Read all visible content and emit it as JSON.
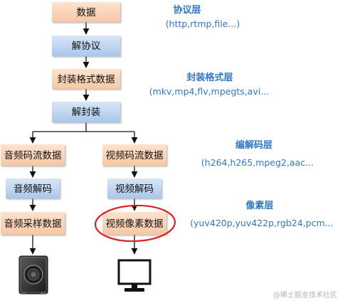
{
  "colors": {
    "orange_box_top": "#fde2cd",
    "orange_box_bottom": "#f6c7a3",
    "blue_box_top": "#d8e6f6",
    "blue_box_bottom": "#a9c6ea",
    "layer_text": "#2f77c5",
    "arrow": "#111111",
    "highlight_ellipse": "#e01f1f"
  },
  "flow": {
    "data": "数据",
    "deprotocol": "解协议",
    "container_data": "封装格式数据",
    "demux": "解封装",
    "audio_stream": "音频码流数据",
    "video_stream": "视频码流数据",
    "audio_decode": "音频解码",
    "video_decode": "视频解码",
    "audio_samples": "音频采样数据",
    "video_pixels": "视频像素数据"
  },
  "layers": {
    "protocol": {
      "title": "协议层",
      "example": "(http,rtmp,file...)"
    },
    "container": {
      "title": "封装格式层",
      "example": "(mkv,mp4,flv,mpegts,avi..."
    },
    "codec": {
      "title": "编解码层",
      "example": "(h264,h265,mpeg2,aac..."
    },
    "pixel": {
      "title": "像素层",
      "example": "(yuv420p,yuv422p,rgb24,pcm..."
    }
  },
  "icons": {
    "audio_output": "speaker-icon",
    "video_output": "monitor-icon"
  },
  "watermark": "@稀土掘金技术社区"
}
